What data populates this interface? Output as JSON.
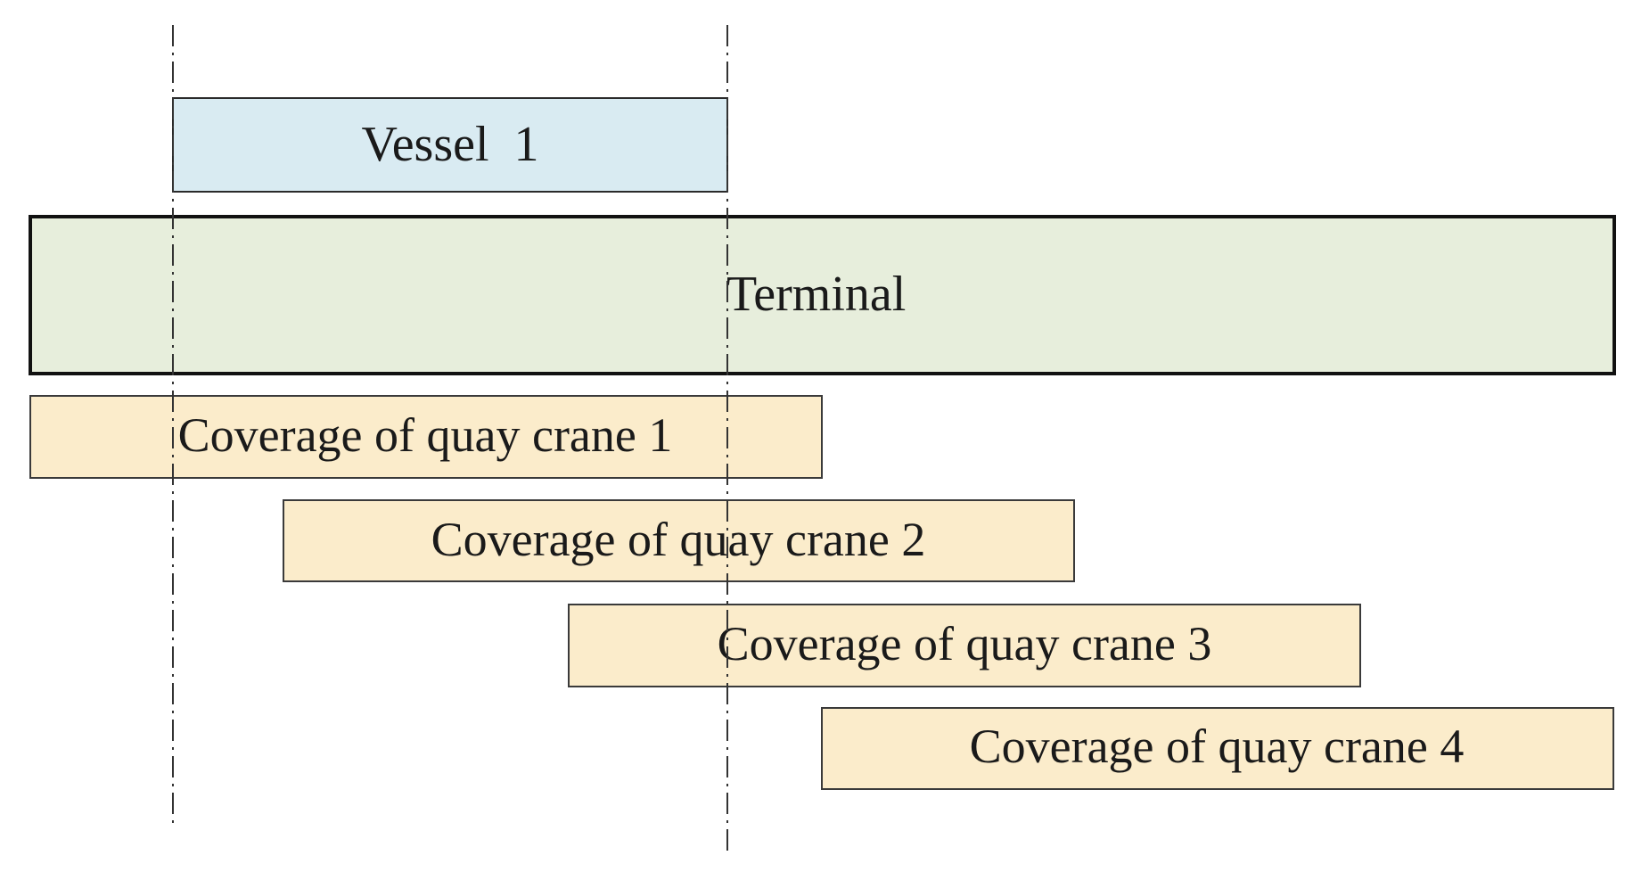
{
  "vessel": {
    "label": "Vessel  1",
    "fill": "#d9ebf2",
    "stroke": "#2a2a2a"
  },
  "terminal": {
    "label": "Terminal",
    "fill": "#e7eedc",
    "stroke": "#111111"
  },
  "cranes": [
    {
      "label": "Coverage of quay crane 1"
    },
    {
      "label": "Coverage of quay crane 2"
    },
    {
      "label": "Coverage of quay crane 3"
    },
    {
      "label": "Coverage of quay crane 4"
    }
  ],
  "crane_style": {
    "fill": "#fbeccb",
    "stroke": "#3a3a3a"
  },
  "guide_line_color": "#333333"
}
